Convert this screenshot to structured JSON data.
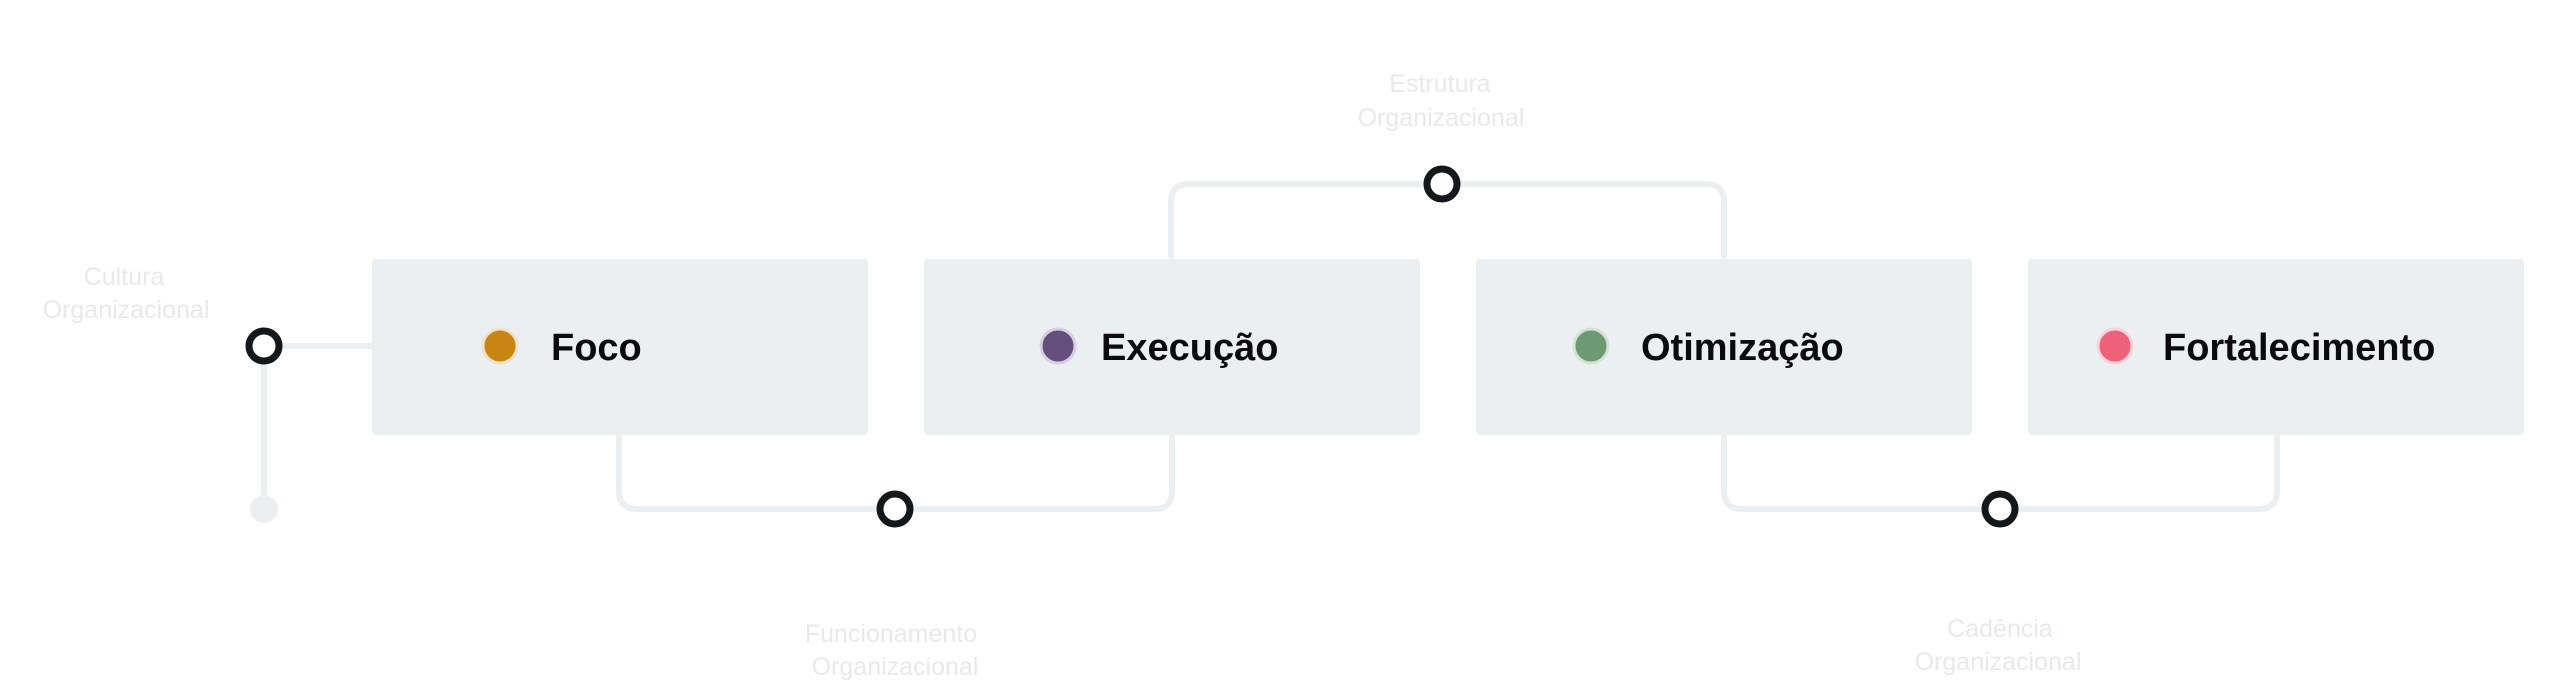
{
  "stages": [
    {
      "label": "Foco",
      "dot_color": "#c98513"
    },
    {
      "label": "Execução",
      "dot_color": "#654f7f"
    },
    {
      "label": "Otimização",
      "dot_color": "#6d9a72"
    },
    {
      "label": "Fortalecimento",
      "dot_color": "#ef6079"
    }
  ],
  "milestones": {
    "cultura": {
      "line1": "Cultura",
      "line2": "Organizacional"
    },
    "estrutura": {
      "line1": "Estrutura",
      "line2": "Organizacional"
    },
    "funcionamento": {
      "line1": "Funcionamento",
      "line2": "Organizacional"
    },
    "cadencia": {
      "line1": "Cadência",
      "line2": "Organizacional"
    }
  },
  "colors": {
    "box_fill": "#eceff2",
    "connector": "#eceff2",
    "node_ring": "#15171a",
    "faint_text": "#e7e9ec"
  }
}
